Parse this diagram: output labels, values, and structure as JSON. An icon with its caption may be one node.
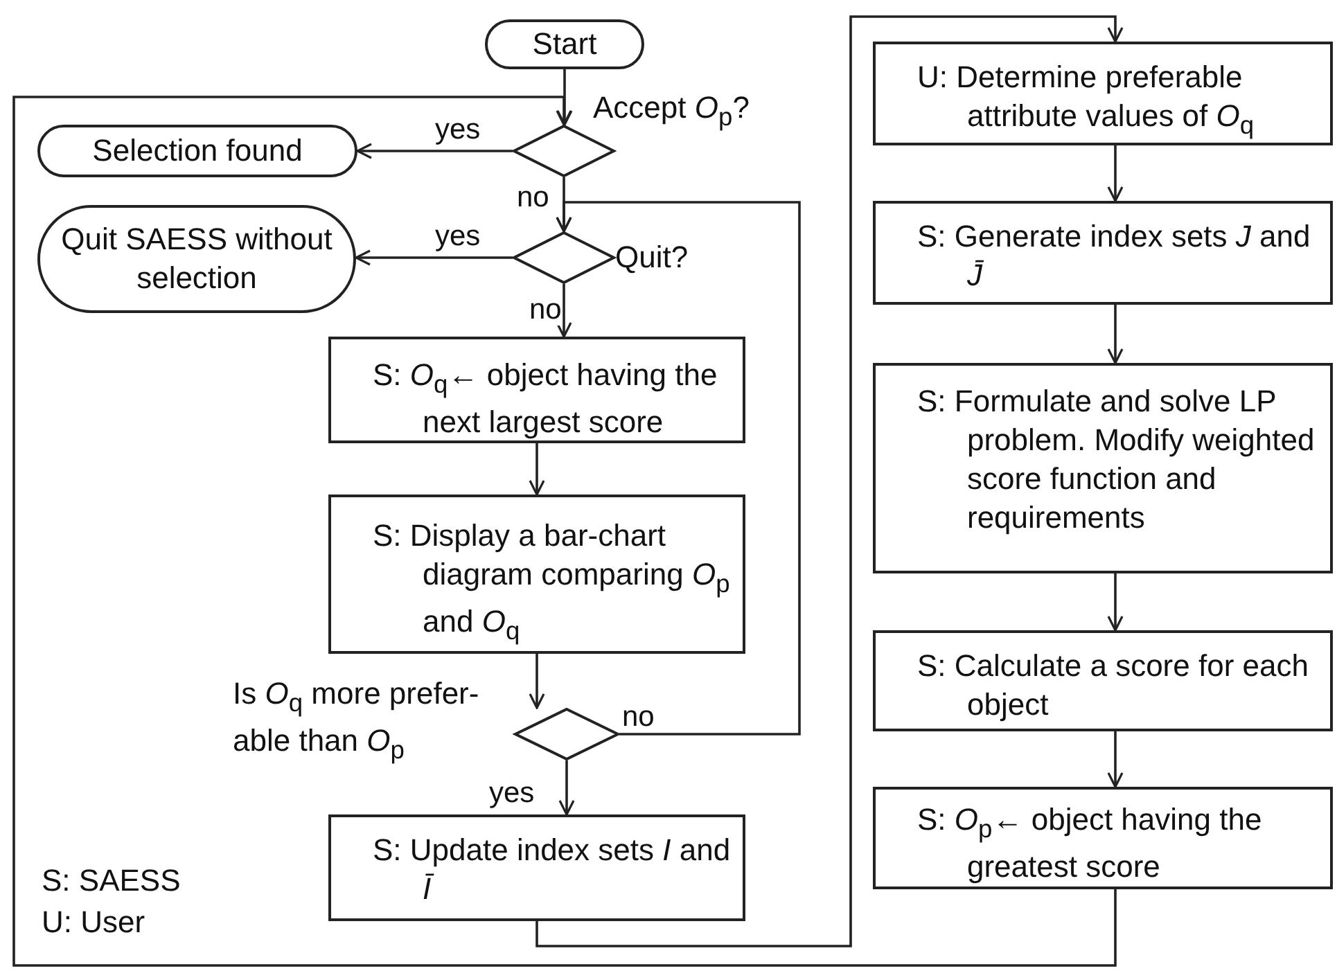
{
  "diagram": {
    "nodes": [
      {
        "text": [
          "Start"
        ]
      },
      {
        "text": [
          "Accept *O*$_{p}$?"
        ]
      },
      {
        "text": [
          "Selection found"
        ]
      },
      {
        "text": [
          "Quit?"
        ]
      },
      {
        "text": [
          "Quit SAESS without selection"
        ]
      },
      {
        "text": [
          "S: *O*$_{q}$← object having the next largest score"
        ]
      },
      {
        "text": [
          "S: Display a bar-chart diagram comparing *O*$_{p}$ and *O*$_{q}$"
        ]
      },
      {
        "text": [
          "Is *O*$_{q}$ more prefer- able than *O*$_{p}$"
        ]
      },
      {
        "text": [
          "S: Update index sets *I* and *Ī*"
        ]
      },
      {
        "text": [
          "U: Determine preferable attribute values of *O*$_{q}$"
        ]
      },
      {
        "text": [
          "S: Generate index sets *J* and *J̄*"
        ]
      },
      {
        "text": [
          "S: Formulate and solve LP problem. Modify weighted score function and requirements"
        ]
      },
      {
        "text": [
          "S: Calculate a score for each object"
        ]
      },
      {
        "text": [
          "S: *O*$_{p}$← object having the greatest score"
        ]
      }
    ],
    "edges": [
      {
        "from": 0,
        "to": 1,
        "arrow": "to"
      },
      {
        "from": 1,
        "to": 2,
        "arrow": "to",
        "label": "yes"
      },
      {
        "from": 1,
        "to": 3,
        "arrow": "to",
        "label": "no"
      },
      {
        "from": 3,
        "to": 4,
        "arrow": "to",
        "label": "yes"
      },
      {
        "from": 3,
        "to": 5,
        "arrow": "to",
        "label": "no"
      },
      {
        "from": 5,
        "to": 6,
        "arrow": "to"
      },
      {
        "from": 6,
        "to": 7,
        "arrow": "to"
      },
      {
        "from": 7,
        "to": 3,
        "arrow": "to",
        "label": "no"
      },
      {
        "from": 7,
        "to": 8,
        "arrow": "to",
        "label": "yes"
      },
      {
        "from": 8,
        "to": 9,
        "arrow": "to"
      },
      {
        "from": 9,
        "to": 10,
        "arrow": "to"
      },
      {
        "from": 10,
        "to": 11,
        "arrow": "to"
      },
      {
        "from": 11,
        "to": 12,
        "arrow": "to"
      },
      {
        "from": 12,
        "to": 13,
        "arrow": "to"
      },
      {
        "from": 13,
        "to": 1,
        "arrow": "to"
      }
    ],
    "labels": [
      "S: SAESS",
      "U: User"
    ]
  }
}
